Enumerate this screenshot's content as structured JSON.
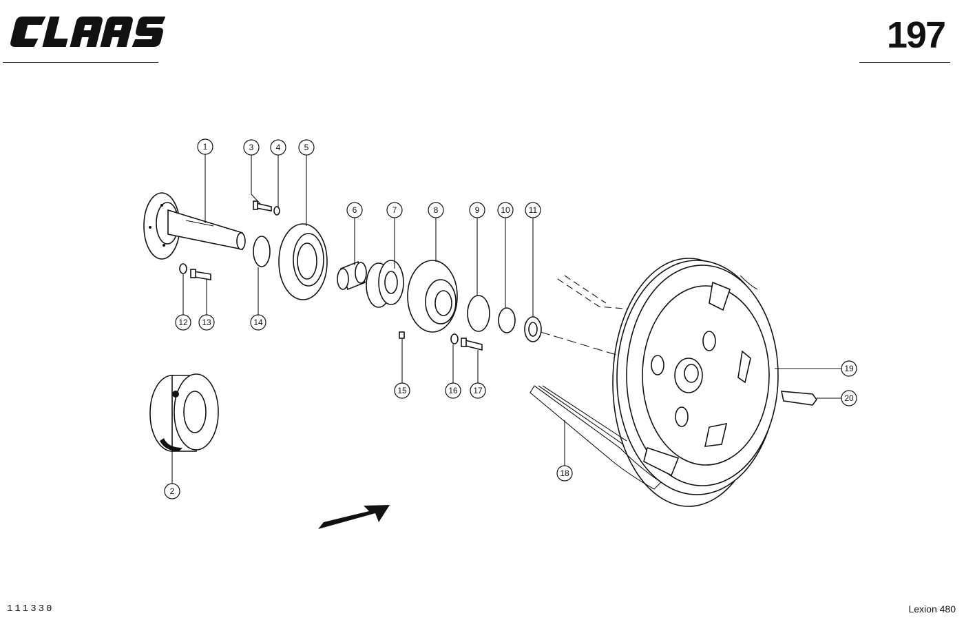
{
  "header": {
    "brand": "CLAAS",
    "page_number": "197"
  },
  "footer": {
    "drawing_id": "111330",
    "model": "Lexion 480"
  },
  "callouts": [
    "1",
    "2",
    "3",
    "4",
    "5",
    "6",
    "7",
    "8",
    "9",
    "10",
    "11",
    "12",
    "13",
    "14",
    "15",
    "16",
    "17",
    "18",
    "19",
    "20"
  ],
  "colors": {
    "ink": "#111111",
    "paper": "#ffffff"
  }
}
